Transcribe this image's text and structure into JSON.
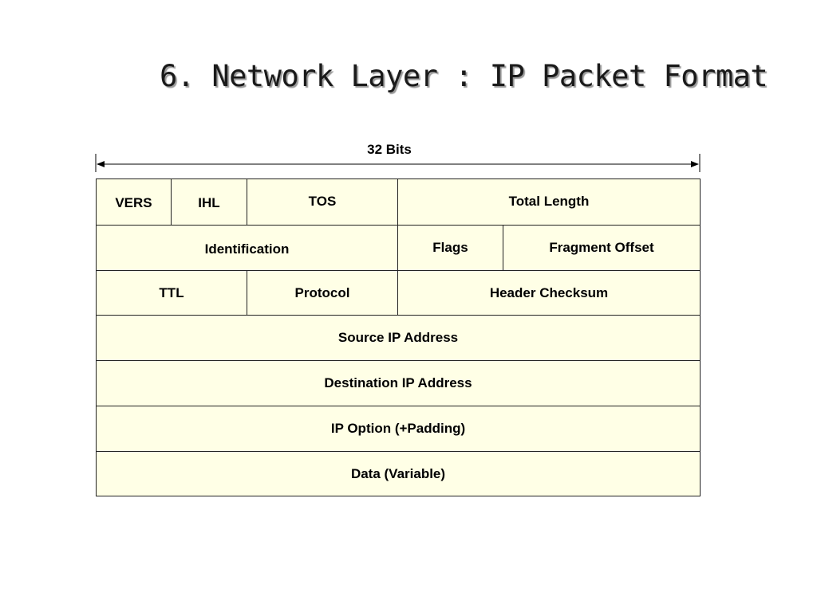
{
  "title": "6. Network Layer : IP Packet Format",
  "width_label": "32 Bits",
  "header": {
    "row1": {
      "vers": "VERS",
      "ihl": "IHL",
      "tos": "TOS",
      "total_length": "Total Length"
    },
    "row2": {
      "identification": "Identification",
      "flags": "Flags",
      "fragment_offset": "Fragment Offset"
    },
    "row3": {
      "ttl": "TTL",
      "protocol": "Protocol",
      "header_checksum": "Header Checksum"
    },
    "source_ip": "Source IP Address",
    "destination_ip": "Destination IP Address",
    "ip_option": "IP Option (+Padding)",
    "data": "Data (Variable)"
  },
  "colors": {
    "cell_fill": "#ffffe6",
    "border": "#222222",
    "text": "#000000"
  }
}
